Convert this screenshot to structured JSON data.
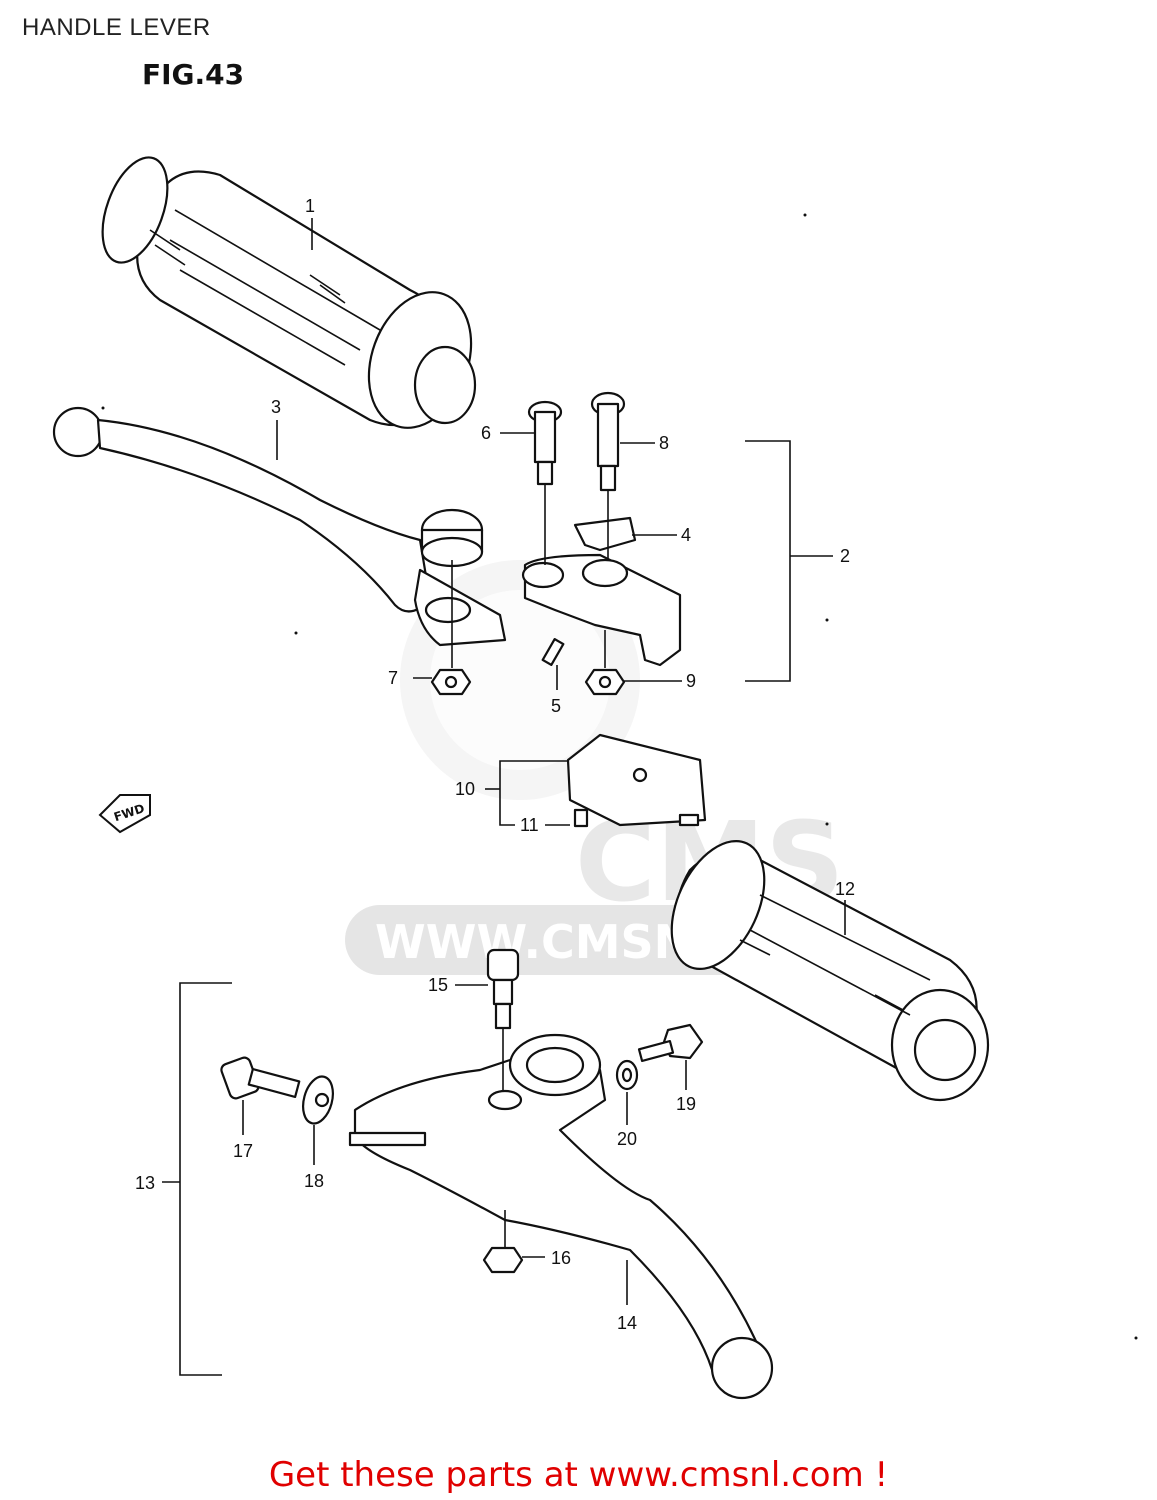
{
  "title": "HANDLE LEVER",
  "figure": "FIG.43",
  "watermark": {
    "big_text": "CMS",
    "url_text": "WWW.CMSNL.COM"
  },
  "fwd_arrow_text": "FWD",
  "callouts": [
    "1",
    "2",
    "3",
    "4",
    "5",
    "6",
    "7",
    "8",
    "9",
    "10",
    "11",
    "12",
    "13",
    "14",
    "15",
    "16",
    "17",
    "18",
    "19",
    "20"
  ],
  "footer": "Get these parts at www.cmsnl.com !",
  "colors": {
    "footer_text": "#e00000",
    "line_art": "#111111",
    "watermark": "#dcdcdc"
  }
}
